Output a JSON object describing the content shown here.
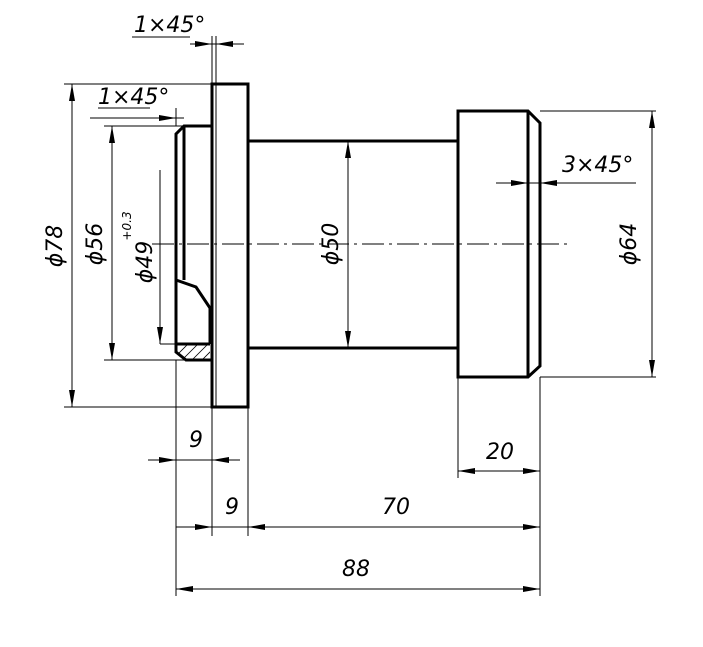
{
  "drawing": {
    "chamfers": {
      "top_flange": "1×45°",
      "bore": "1×45°",
      "right_shoulder": "3×45°"
    },
    "diameters": {
      "d78": "ϕ78",
      "d56": "ϕ56",
      "d49": "ϕ49",
      "d49_tol": "+0.3",
      "d50": "ϕ50",
      "d64": "ϕ64"
    },
    "lengths": {
      "left_9": "9",
      "flange_9": "9",
      "middle_70": "70",
      "right_20": "20",
      "total_88": "88"
    }
  }
}
